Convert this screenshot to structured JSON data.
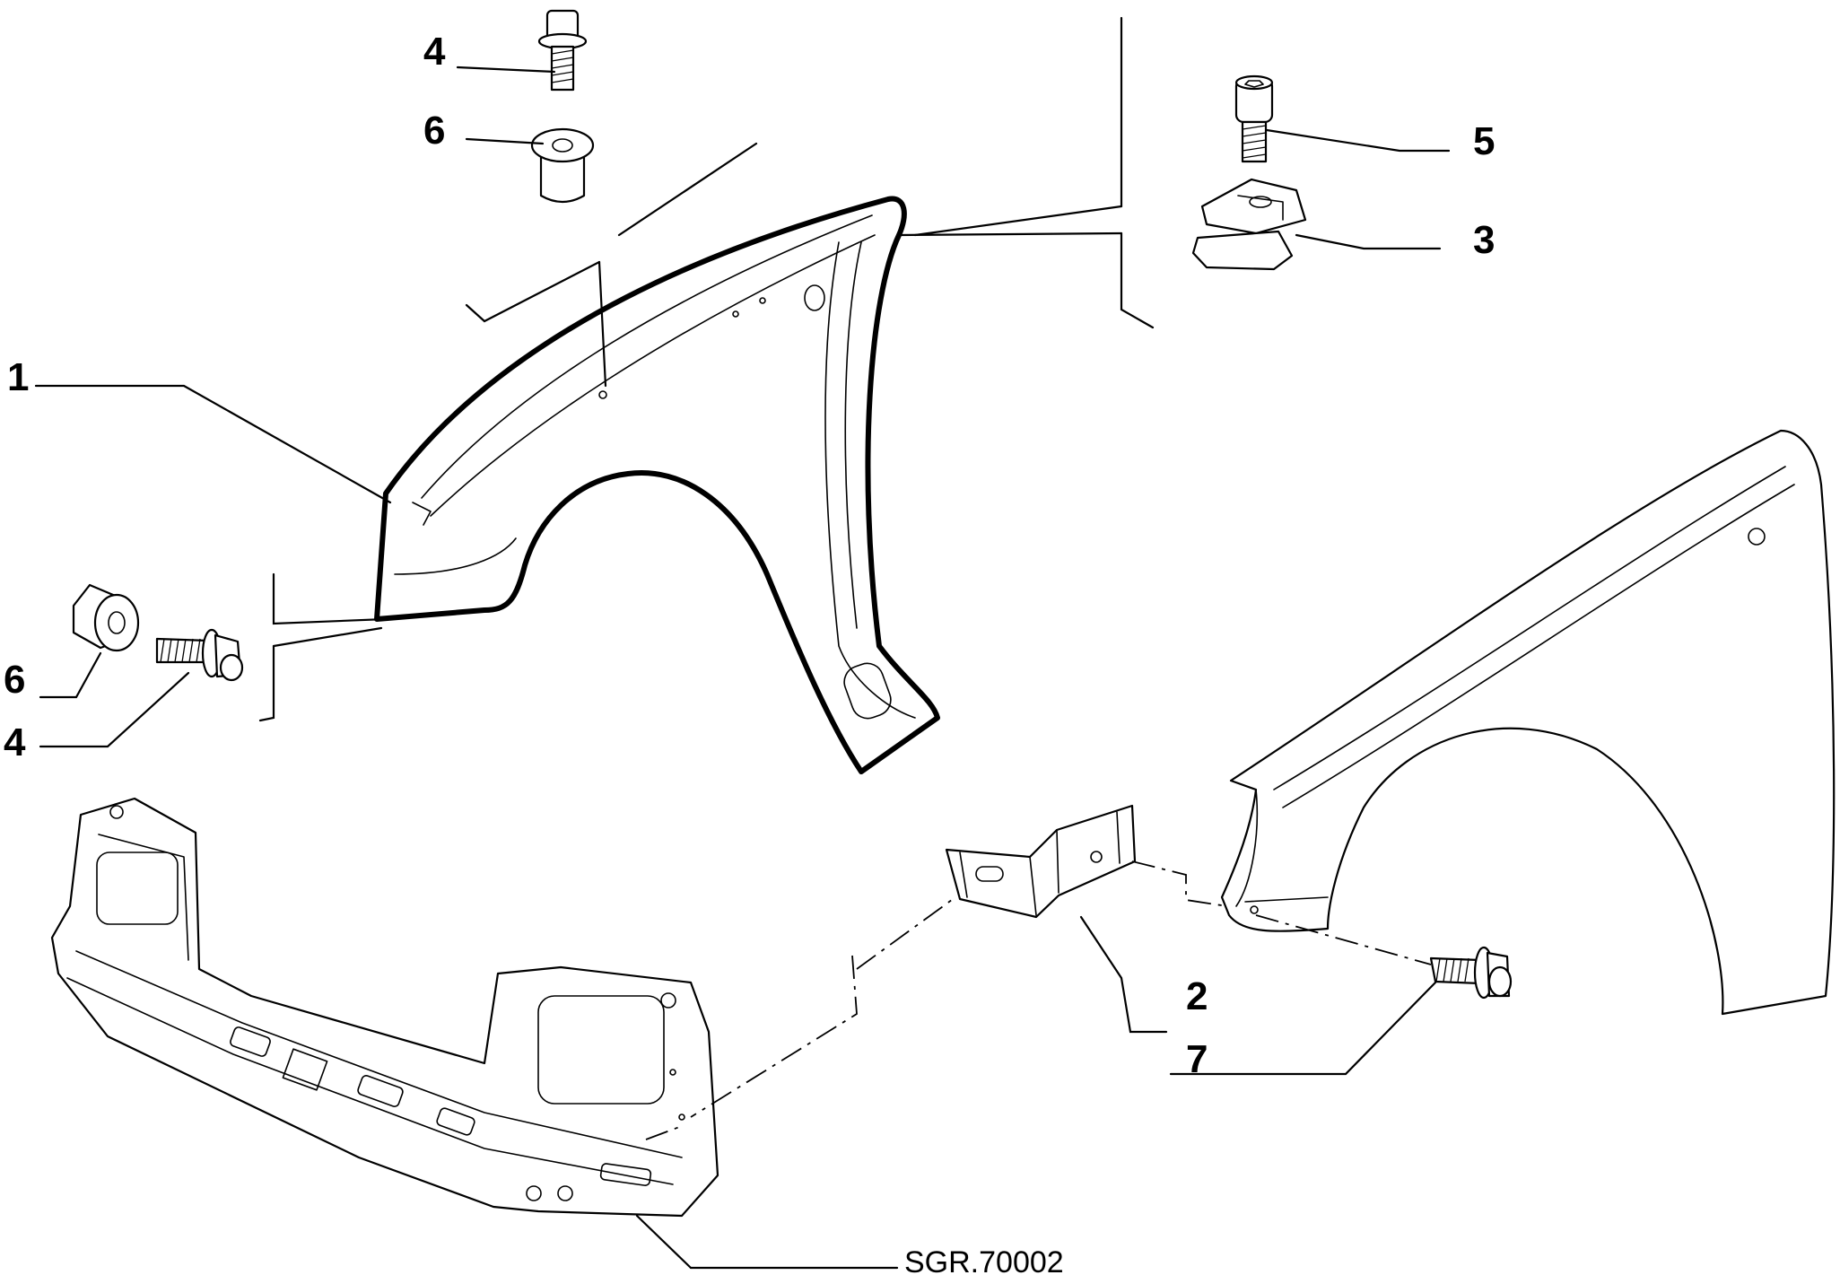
{
  "diagram": {
    "reference_code": "SGR.70002",
    "callouts": [
      {
        "id": "c1",
        "label": "1"
      },
      {
        "id": "c2",
        "label": "2"
      },
      {
        "id": "c3",
        "label": "3"
      },
      {
        "id": "c4a",
        "label": "4"
      },
      {
        "id": "c4b",
        "label": "4"
      },
      {
        "id": "c5",
        "label": "5"
      },
      {
        "id": "c6a",
        "label": "6"
      },
      {
        "id": "c6b",
        "label": "6"
      },
      {
        "id": "c7",
        "label": "7"
      }
    ]
  }
}
